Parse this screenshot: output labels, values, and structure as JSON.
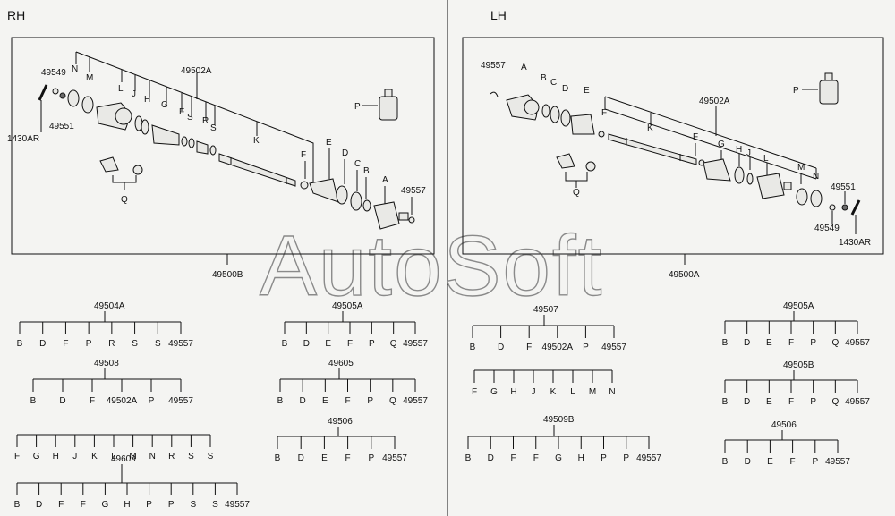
{
  "sides": {
    "rh": {
      "title": "RH",
      "assembly": "49500B",
      "labels": [
        "1430AR",
        "49549",
        "49551",
        "N",
        "M",
        "L",
        "J",
        "H",
        "G",
        "F",
        "S",
        "R",
        "S",
        "49502A",
        "K",
        "F",
        "E",
        "D",
        "C",
        "B",
        "A",
        "49557",
        "P",
        "Q"
      ]
    },
    "lh": {
      "title": "LH",
      "assembly": "49500A",
      "labels": [
        "49557",
        "A",
        "B",
        "C",
        "D",
        "E",
        "F",
        "K",
        "49502A",
        "F",
        "G",
        "H",
        "J",
        "L",
        "M",
        "N",
        "49551",
        "49549",
        "1430AR",
        "P",
        "Q"
      ]
    }
  },
  "watermark": "AutoSoft",
  "kits": [
    {
      "code": "49504A",
      "items": [
        "B",
        "D",
        "F",
        "P",
        "R",
        "S",
        "S",
        "49557"
      ]
    },
    {
      "code": "49508",
      "items": [
        "B",
        "D",
        "F",
        "49502A",
        "P",
        "49557"
      ]
    },
    {
      "code": "",
      "items": [
        "F",
        "G",
        "H",
        "J",
        "K",
        "L",
        "M",
        "N",
        "R",
        "S",
        "S"
      ]
    },
    {
      "code": "49609",
      "items": [
        "B",
        "D",
        "F",
        "F",
        "G",
        "H",
        "P",
        "P",
        "S",
        "S",
        "49557"
      ]
    },
    {
      "code": "49505A",
      "items": [
        "B",
        "D",
        "E",
        "F",
        "P",
        "Q",
        "49557"
      ]
    },
    {
      "code": "49605",
      "items": [
        "B",
        "D",
        "E",
        "F",
        "P",
        "Q",
        "49557"
      ]
    },
    {
      "code": "49506",
      "items": [
        "B",
        "D",
        "E",
        "F",
        "P",
        "49557"
      ]
    },
    {
      "code": "49507",
      "items": [
        "B",
        "D",
        "F",
        "49502A",
        "P",
        "49557"
      ]
    },
    {
      "code": "",
      "items": [
        "F",
        "G",
        "H",
        "J",
        "K",
        "L",
        "M",
        "N"
      ]
    },
    {
      "code": "49509B",
      "items": [
        "B",
        "D",
        "F",
        "F",
        "G",
        "H",
        "P",
        "P",
        "49557"
      ]
    },
    {
      "code": "49505A",
      "items": [
        "B",
        "D",
        "E",
        "F",
        "P",
        "Q",
        "49557"
      ]
    },
    {
      "code": "49505B",
      "items": [
        "B",
        "D",
        "E",
        "F",
        "P",
        "Q",
        "49557"
      ]
    },
    {
      "code": "49506",
      "items": [
        "B",
        "D",
        "E",
        "F",
        "P",
        "49557"
      ]
    }
  ]
}
